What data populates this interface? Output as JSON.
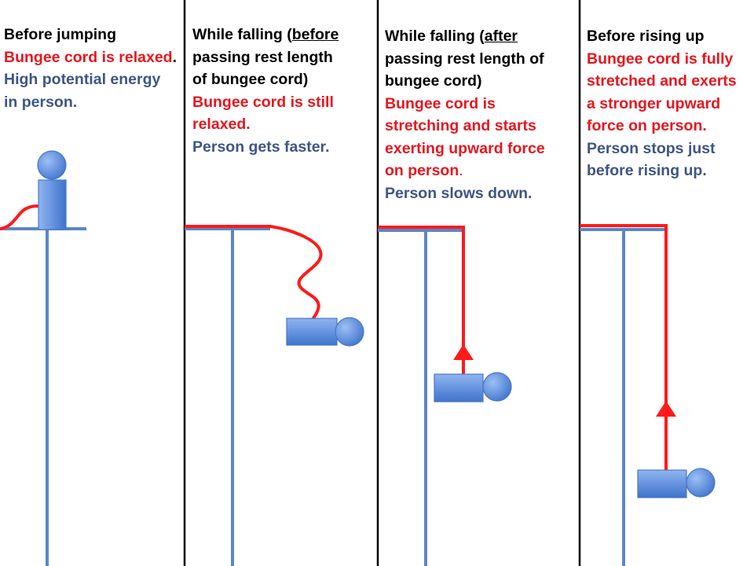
{
  "colors": {
    "cord_red": "#ff1a1a",
    "text_red": "#e8161e",
    "text_blue": "#3e5586",
    "pole_blue": "#5b86c6",
    "person_fill_light": "#8fb5f0",
    "person_fill_dark": "#3f73cd",
    "divider": "#000000"
  },
  "panels": [
    {
      "id": "before-jumping",
      "heading": {
        "lines": [
          {
            "parts": [
              {
                "text": "Before jumping"
              }
            ]
          }
        ]
      },
      "cord_state": {
        "lines": [
          {
            "parts": [
              {
                "text": "Bungee cord is relaxed"
              },
              {
                "text": ".",
                "color": "black"
              }
            ]
          }
        ]
      },
      "person_state": {
        "lines": [
          {
            "parts": [
              {
                "text": "High potential energy"
              }
            ]
          },
          {
            "parts": [
              {
                "text": "in person."
              }
            ]
          }
        ]
      },
      "cord_shape": "slack-curve",
      "person_pose": "standing"
    },
    {
      "id": "while-falling-before",
      "heading": {
        "lines": [
          {
            "parts": [
              {
                "text": "While falling ("
              },
              {
                "text": "before",
                "underline": true
              }
            ]
          },
          {
            "parts": [
              {
                "text": "passing rest length"
              }
            ]
          },
          {
            "parts": [
              {
                "text": "of bungee cord)"
              }
            ]
          }
        ]
      },
      "cord_state": {
        "lines": [
          {
            "parts": [
              {
                "text": "Bungee cord is still"
              }
            ]
          },
          {
            "parts": [
              {
                "text": "relaxed."
              }
            ]
          }
        ]
      },
      "person_state": {
        "lines": [
          {
            "parts": [
              {
                "text": "Person gets faster."
              }
            ]
          }
        ]
      },
      "cord_shape": "slack-wavy",
      "person_pose": "falling",
      "upward_force_arrow": false
    },
    {
      "id": "while-falling-after",
      "heading": {
        "lines": [
          {
            "parts": [
              {
                "text": "While falling ("
              },
              {
                "text": "after",
                "underline": true
              }
            ]
          },
          {
            "parts": [
              {
                "text": "passing rest length of"
              }
            ]
          },
          {
            "parts": [
              {
                "text": "bungee cord)"
              }
            ]
          }
        ]
      },
      "cord_state": {
        "lines": [
          {
            "parts": [
              {
                "text": "Bungee cord is"
              }
            ]
          },
          {
            "parts": [
              {
                "text": "stretching and starts"
              }
            ]
          },
          {
            "parts": [
              {
                "text": "exerting upward force"
              }
            ]
          },
          {
            "parts": [
              {
                "text": "on person"
              },
              {
                "text": ".",
                "weight": "normal"
              }
            ]
          }
        ]
      },
      "person_state": {
        "lines": [
          {
            "parts": [
              {
                "text": "Person slows down."
              }
            ]
          }
        ]
      },
      "cord_shape": "taut",
      "person_pose": "falling",
      "upward_force_arrow": true
    },
    {
      "id": "before-rising-up",
      "heading": {
        "lines": [
          {
            "parts": [
              {
                "text": "Before rising up"
              }
            ]
          }
        ]
      },
      "cord_state": {
        "lines": [
          {
            "parts": [
              {
                "text": "Bungee cord is fully"
              }
            ]
          },
          {
            "parts": [
              {
                "text": "stretched and exerts"
              }
            ]
          },
          {
            "parts": [
              {
                "text": "a stronger upward"
              }
            ]
          },
          {
            "parts": [
              {
                "text": "force on person."
              }
            ]
          }
        ]
      },
      "person_state": {
        "lines": [
          {
            "parts": [
              {
                "text": "Person stops just"
              }
            ]
          },
          {
            "parts": [
              {
                "text": "before rising up."
              }
            ]
          }
        ]
      },
      "cord_shape": "fully-stretched",
      "person_pose": "falling",
      "upward_force_arrow": true
    }
  ]
}
